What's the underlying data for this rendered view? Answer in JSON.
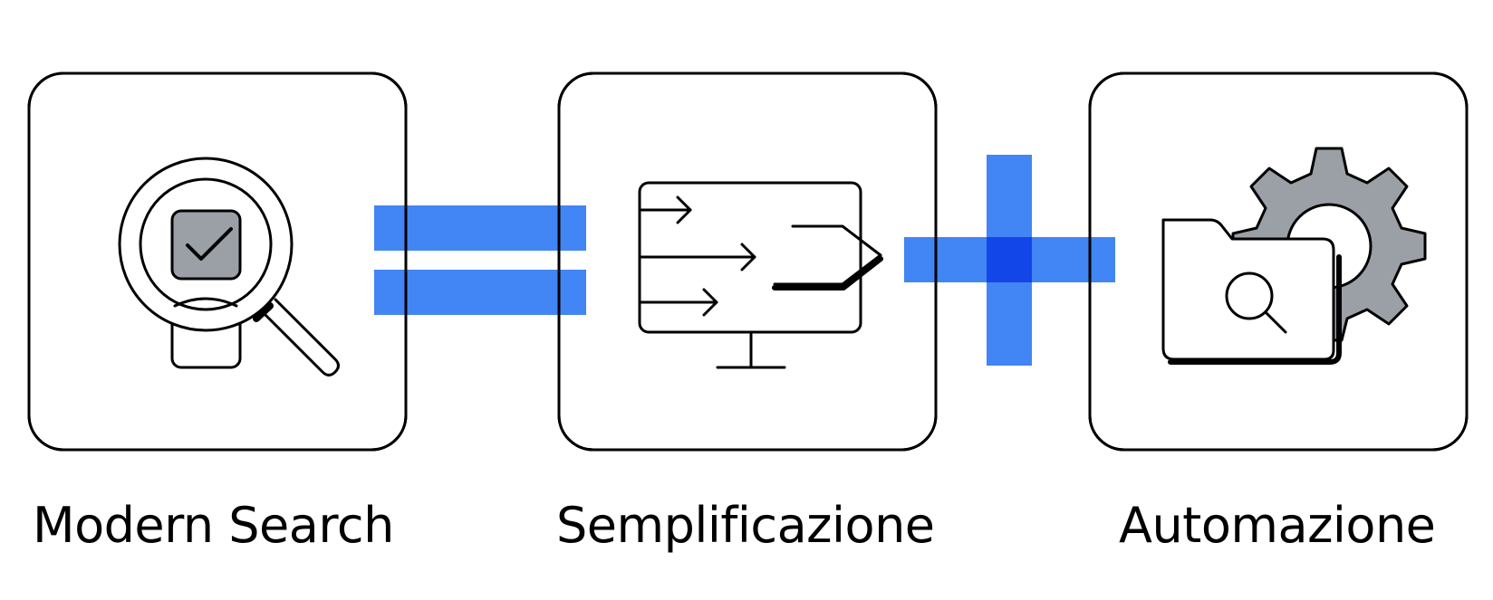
{
  "diagram": {
    "labels": {
      "search": "Modern Search",
      "simplify": "Semplificazione",
      "automate": "Automazione"
    },
    "operators": [
      "=",
      "+"
    ]
  },
  "colors": {
    "accent": "#4285F4",
    "stroke": "#000000",
    "fill_gray": "#9AA0A6",
    "background": "#FFFFFF"
  },
  "icons": [
    "magnifier-check-icon",
    "monitor-arrows-icon",
    "folder-gear-icon"
  ]
}
